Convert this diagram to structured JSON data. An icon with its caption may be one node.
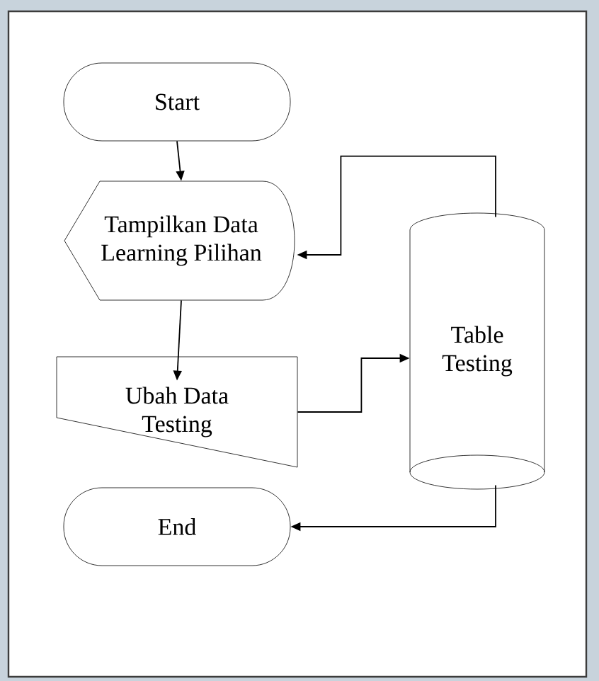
{
  "diagram": {
    "nodes": [
      {
        "text": [
          "Start"
        ]
      },
      {
        "text": [
          "Tampilkan Data Learning Pilihan"
        ]
      },
      {
        "text": [
          "Ubah Data Testing"
        ]
      },
      {
        "text": [
          "Table Testing"
        ]
      },
      {
        "text": [
          "End"
        ]
      }
    ],
    "edges": [
      {
        "from": 0,
        "to": 1,
        "arrow": "to"
      },
      {
        "from": 1,
        "to": 2,
        "arrow": "to"
      },
      {
        "from": 2,
        "to": 3,
        "arrow": "to"
      },
      {
        "from": 3,
        "to": 1,
        "arrow": "to"
      },
      {
        "from": 3,
        "to": 4,
        "arrow": "to"
      }
    ]
  }
}
